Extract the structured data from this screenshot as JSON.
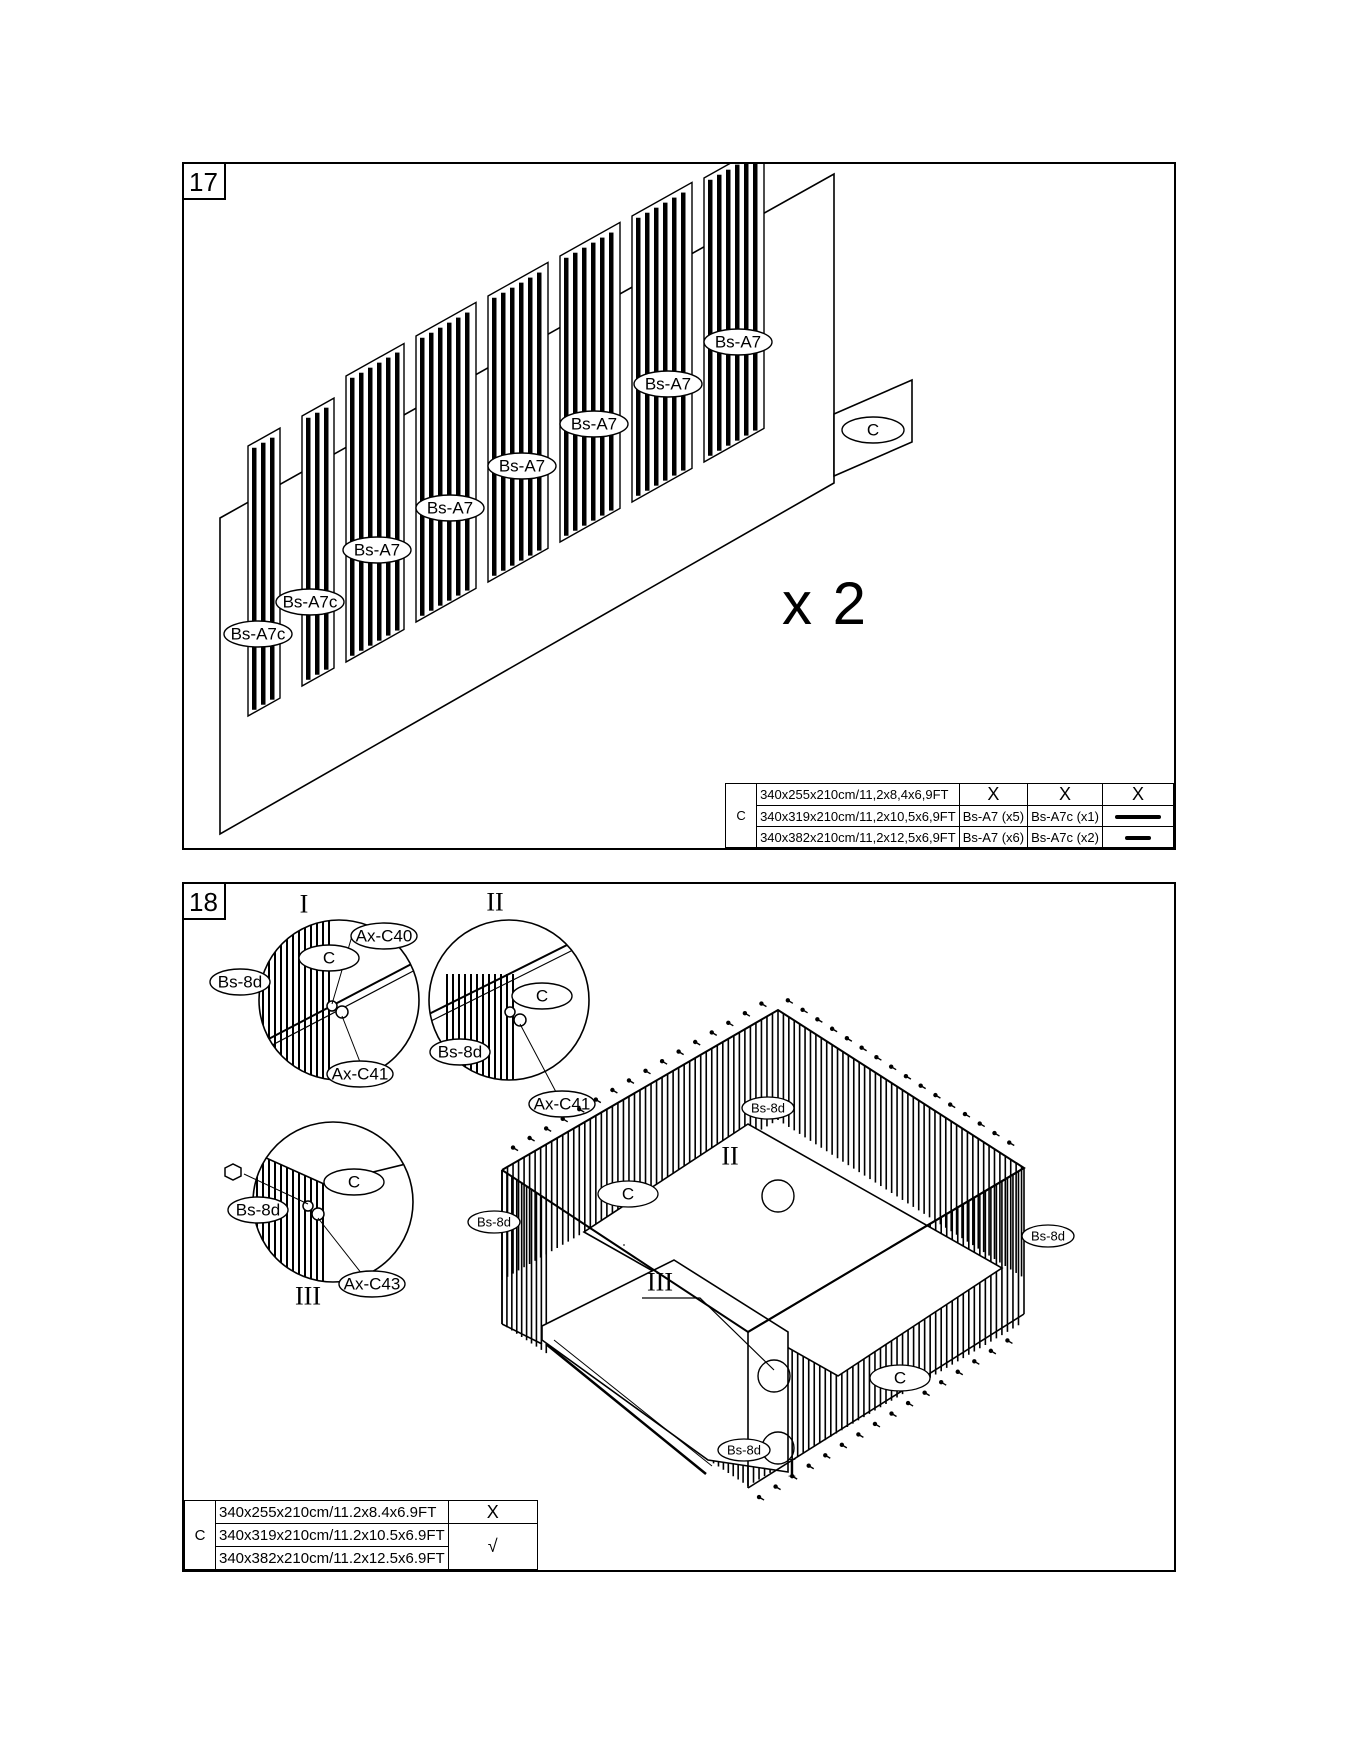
{
  "step17": {
    "number": "17",
    "panel_labels": [
      "Bs-A7c",
      "Bs-A7c",
      "Bs-A7",
      "Bs-A7",
      "Bs-A7",
      "Bs-A7",
      "Bs-A7",
      "Bs-A7"
    ],
    "tab_label": "C",
    "multiplier": "x 2",
    "table": {
      "key": "C",
      "rows": [
        {
          "size": "340x255x210cm/11,2x8,4x6,9FT",
          "a": "X",
          "b": "X",
          "c": "X"
        },
        {
          "size": "340x319x210cm/11,2x10,5x6,9FT",
          "a": "Bs-A7 (x5)",
          "b": "Bs-A7c (x1)",
          "c": "long-bar-icon"
        },
        {
          "size": "340x382x210cm/11,2x12,5x6,9FT",
          "a": "Bs-A7 (x6)",
          "b": "Bs-A7c (x2)",
          "c": "short-bar-icon"
        }
      ]
    }
  },
  "step18": {
    "number": "18",
    "detail_I": {
      "roman": "I",
      "labels": {
        "c": "C",
        "panel": "Bs-8d",
        "bolt": "Ax-C40",
        "screw": "Ax-C41"
      }
    },
    "detail_II": {
      "roman": "II",
      "labels": {
        "c": "C",
        "panel": "Bs-8d",
        "screw": "Ax-C41"
      }
    },
    "detail_III": {
      "roman": "III",
      "labels": {
        "c": "C",
        "panel": "Bs-8d",
        "screw": "Ax-C43"
      }
    },
    "main": {
      "labels": {
        "bs8d_top": "Bs-8d",
        "bs8d_left": "Bs-8d",
        "bs8d_right": "Bs-8d",
        "bs8d_bottom": "Bs-8d",
        "c_left": "C",
        "c_right": "C"
      },
      "callouts": {
        "I": "I",
        "II": "II",
        "III": "III"
      }
    },
    "table": {
      "key": "C",
      "rows": [
        {
          "size": "340x255x210cm/11.2x8.4x6.9FT",
          "mark": "X"
        },
        {
          "size": "340x319x210cm/11.2x10.5x6.9FT",
          "mark": "√"
        },
        {
          "size": "340x382x210cm/11.2x12.5x6.9FT",
          "mark": ""
        }
      ]
    }
  }
}
